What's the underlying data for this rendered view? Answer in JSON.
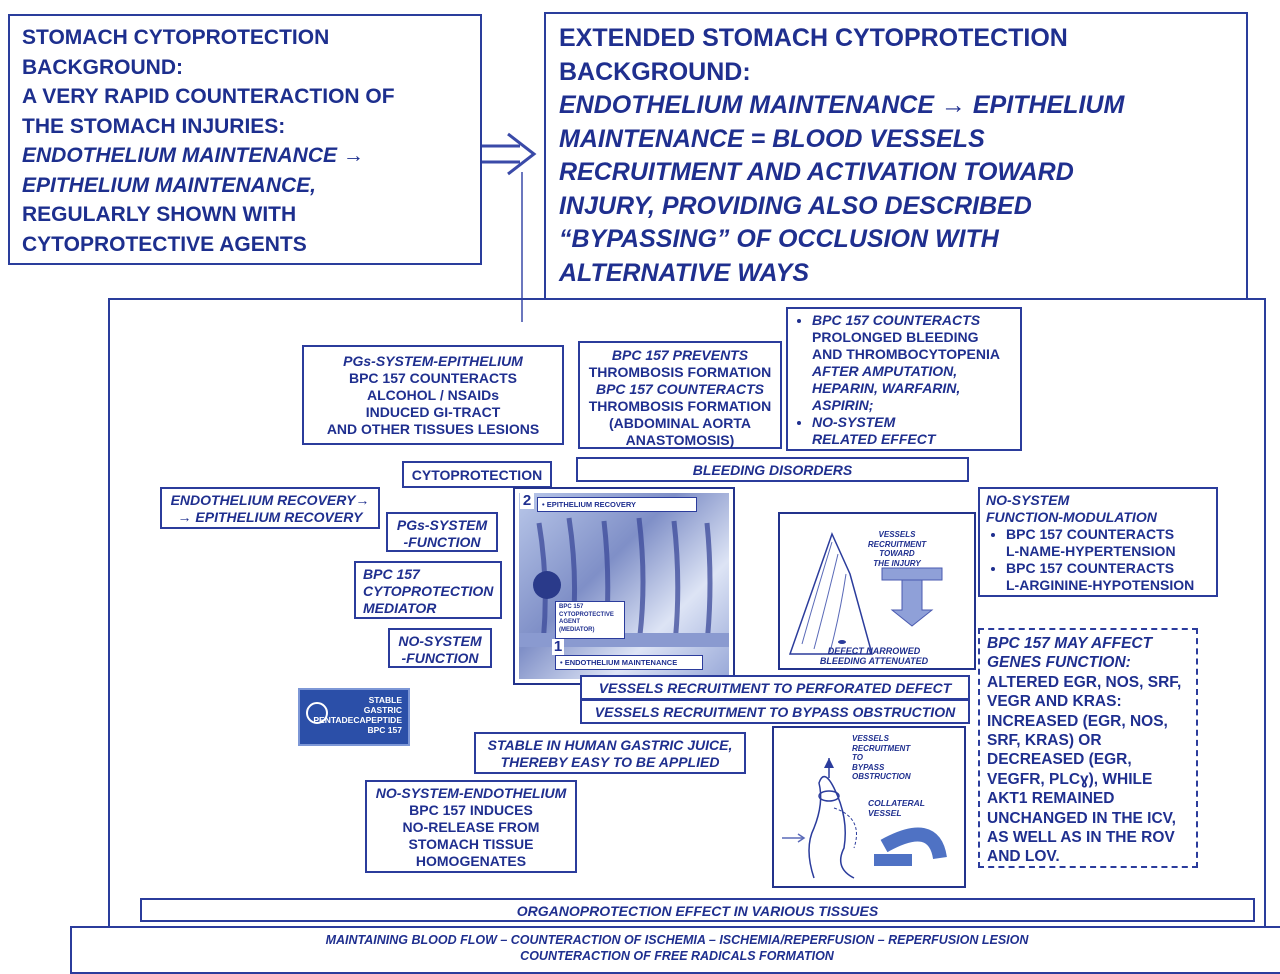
{
  "top_left_box": {
    "lines": [
      "STOMACH CYTOPROTECTION",
      "BACKGROUND:",
      "A VERY RAPID COUNTERACTION OF",
      "THE STOMACH INJURIES:",
      "ENDOTHELIUM MAINTENANCE →",
      "EPITHELIUM MAINTENANCE,",
      "REGULARLY SHOWN WITH",
      "CYTOPROTECTIVE AGENTS"
    ]
  },
  "top_right_box": {
    "lines": [
      "EXTENDED STOMACH CYTOPROTECTION",
      "BACKGROUND:",
      "ENDOTHELIUM MAINTENANCE → EPITHELIUM",
      "MAINTENANCE = BLOOD VESSELS",
      "RECRUITMENT AND ACTIVATION TOWARD",
      "INJURY, PROVIDING ALSO DESCRIBED",
      "“BYPASSING” OF OCCLUSION WITH",
      "ALTERNATIVE WAYS"
    ]
  },
  "pgs_epithelium": {
    "lines": [
      "PGs-SYSTEM-EPITHELIUM",
      "BPC 157 COUNTERACTS",
      "ALCOHOL / NSAIDs",
      "INDUCED GI-TRACT",
      "AND OTHER TISSUES LESIONS"
    ]
  },
  "thrombosis": {
    "lines": [
      "BPC 157 PREVENTS",
      "THROMBOSIS  FORMATION",
      "BPC 157 COUNTERACTS",
      "THROMBOSIS  FORMATION",
      "(ABDOMINAL  AORTA",
      "ANASTOMOSIS)"
    ]
  },
  "bleeding_box": {
    "item1": [
      "BPC 157 COUNTERACTS",
      "PROLONGED  BLEEDING",
      "AND THROMBOCYTOPENIA",
      "AFTER AMPUTATION,",
      "HEPARIN, WARFARIN,",
      "ASPIRIN;"
    ],
    "item2": [
      "NO-SYSTEM",
      "RELATED EFFECT"
    ]
  },
  "cytoprotection_label": "CYTOPROTECTION",
  "bleeding_disorders_label": "BLEEDING DISORDERS",
  "endothelium_recovery": [
    "ENDOTHELIUM RECOVERY→",
    "→ EPITHELIUM RECOVERY"
  ],
  "pgs_function": [
    "PGs-SYSTEM",
    "-FUNCTION"
  ],
  "cytoprotection_mediator": [
    "BPC 157",
    "CYTOPROTECTION",
    "MEDIATOR"
  ],
  "no_system_function": [
    "NO-SYSTEM",
    "-FUNCTION"
  ],
  "stable_badge": [
    "STABLE",
    "GASTRIC",
    "PENTADECAPEPTIDE",
    "BPC 157"
  ],
  "panel_epithelium": {
    "num_top": "2",
    "label_top": "EPITHELIUM RECOVERY",
    "agent_label": [
      "BPC 157",
      "CYTOPROTECTIVE",
      "AGENT",
      "(MEDIATOR)"
    ],
    "num_bottom": "1",
    "label_bottom": "ENDOTHELIUM MAINTENANCE"
  },
  "panel_vessels": {
    "title": [
      "VESSELS",
      "RECRUITMENT",
      "TOWARD",
      "THE INJURY"
    ],
    "caption": [
      "DEFECT NARROWED",
      "BLEEDING ATTENUATED"
    ]
  },
  "no_system_modulation": {
    "title": [
      "NO-SYSTEM",
      "FUNCTION-MODULATION"
    ],
    "items": [
      [
        "BPC 157 COUNTERACTS",
        "L-NAME-HYPERTENSION"
      ],
      [
        "BPC 157 COUNTERACTS",
        "L-ARGININE-HYPOTENSION"
      ]
    ]
  },
  "genes_box": {
    "lines_italic": [
      "BPC 157 MAY AFFECT",
      "GENES FUNCTION:"
    ],
    "lines": [
      "ALTERED EGR, NOS, SRF,",
      "VEGR AND KRAS:",
      "INCREASED (EGR, NOS,",
      "SRF, KRAS) OR",
      "DECREASED (EGR,",
      "VEGFR, PLCɣ), WHILE",
      "AKT1 REMAINED",
      "UNCHANGED IN THE ICV,",
      "AS WELL AS IN THE ROV",
      "AND LOV."
    ]
  },
  "vessels_perforated": "VESSELS RECRUITMENT TO PERFORATED  DEFECT",
  "vessels_bypass": "VESSELS RECRUITMENT TO BYPASS OBSTRUCTION",
  "gastric_juice": [
    "STABLE IN HUMAN GASTRIC JUICE,",
    "THEREBY EASY TO BE APPLIED"
  ],
  "no_system_endothelium": [
    "NO-SYSTEM-ENDOTHELIUM",
    "BPC 157 INDUCES",
    "NO-RELEASE FROM",
    "STOMACH TISSUE",
    "HOMOGENATES"
  ],
  "panel_bypass": {
    "title": [
      "VESSELS",
      "RECRUITMENT",
      "TO",
      "BYPASS",
      "OBSTRUCTION"
    ],
    "collateral": [
      "COLLATERAL",
      "VESSEL"
    ]
  },
  "organoprotection": "ORGANOPROTECTION  EFFECT IN VARIOUS TISSUES",
  "bottom_bar": [
    "MAINTAINING BLOOD FLOW – COUNTERACTION OF ISCHEMIA – ISCHEMIA/REPERFUSION – REPERFUSION LESION",
    "COUNTERACTION OF FREE RADICALS FORMATION"
  ]
}
